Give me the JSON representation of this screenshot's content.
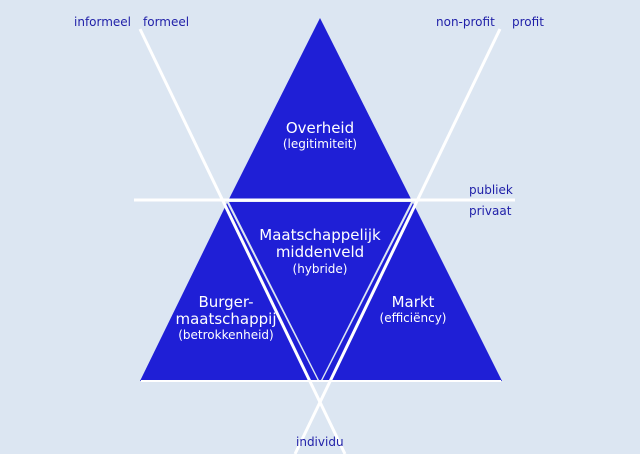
{
  "colors": {
    "background": "#dce6f2",
    "triangle_fill": "#1f1fd6",
    "line": "#ffffff",
    "label_text": "#1f1fa8",
    "region_text": "#ffffff"
  },
  "axis_labels": {
    "informeel": "informeel",
    "formeel": "formeel",
    "non_profit": "non-profit",
    "profit": "profit",
    "publiek": "publiek",
    "privaat": "privaat",
    "individu": "individu"
  },
  "regions": {
    "overheid": {
      "title": "Overheid",
      "subtitle": "(legitimiteit)"
    },
    "middenveld": {
      "title_line1": "Maatschappelijk",
      "title_line2": "middenveld",
      "subtitle": "(hybride)"
    },
    "burger": {
      "title_line1": "Burger-",
      "title_line2": "maatschappij",
      "subtitle": "(betrokkenheid)"
    },
    "markt": {
      "title": "Markt",
      "subtitle": "(efficiëncy)"
    }
  }
}
